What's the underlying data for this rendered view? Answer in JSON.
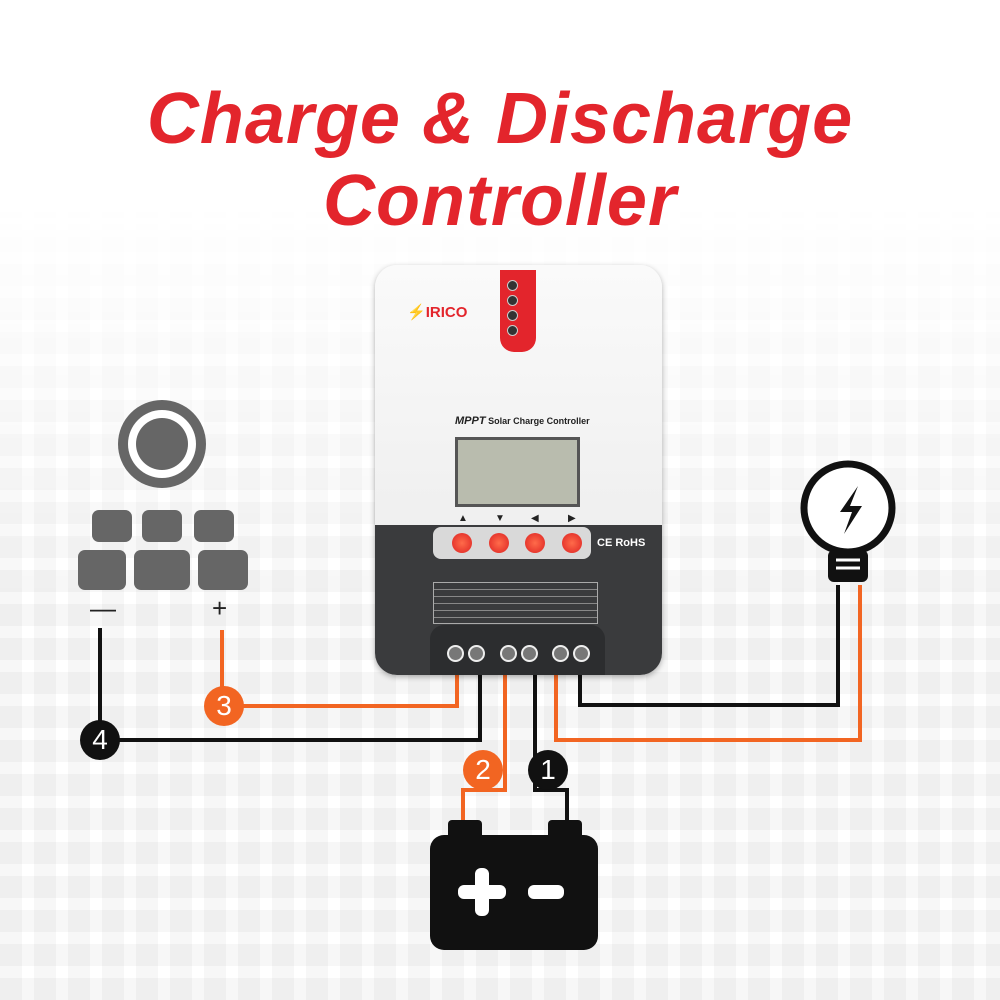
{
  "title": "Charge & Discharge Controller",
  "controller": {
    "brand": "IRICO",
    "model_bold": "MPPT",
    "model_text": "Solar Charge Controller",
    "cert": "CE RoHS",
    "arrows": [
      "▲",
      "▼",
      "◀",
      "▶"
    ]
  },
  "panel": {
    "minus": "—",
    "plus": "+"
  },
  "labels": [
    "1",
    "2",
    "3",
    "4"
  ],
  "colors": {
    "title": "#e3252c",
    "orange": "#f26522",
    "black": "#111111"
  }
}
